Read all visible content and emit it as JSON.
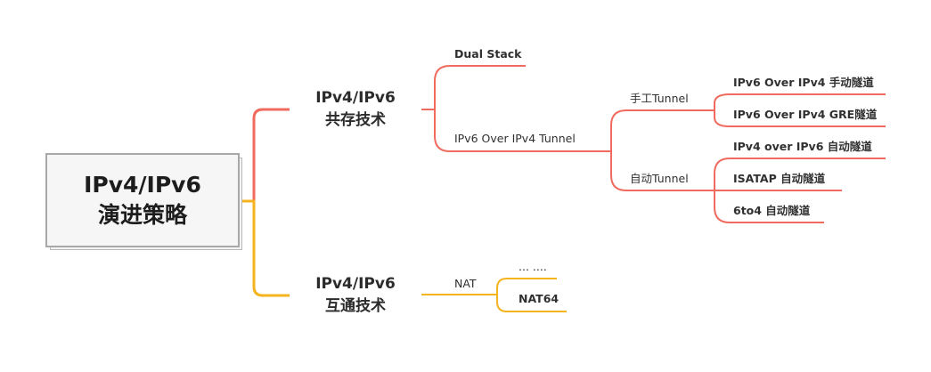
{
  "colors": {
    "red_branch": "#F06A5E",
    "yellow_branch": "#F5B31E"
  },
  "root": {
    "line1": "IPv4/IPv6",
    "line2": "演进策略"
  },
  "coexist": {
    "line1": "IPv4/IPv6",
    "line2": "共存技术",
    "dual_stack": "Dual Stack",
    "tunnel": "IPv6 Over IPv4 Tunnel",
    "manual": {
      "label": "手工Tunnel",
      "items": [
        "IPv6 Over IPv4 手动隧道",
        "IPv6 Over IPv4 GRE隧道"
      ]
    },
    "auto": {
      "label": "自动Tunnel",
      "items": [
        "IPv4 over IPv6 自动隧道",
        "ISATAP 自动隧道",
        "6to4 自动隧道"
      ]
    }
  },
  "interop": {
    "line1": "IPv4/IPv6",
    "line2": "互通技术",
    "nat": "NAT",
    "nat_children": [
      "... ....",
      "NAT64"
    ]
  }
}
